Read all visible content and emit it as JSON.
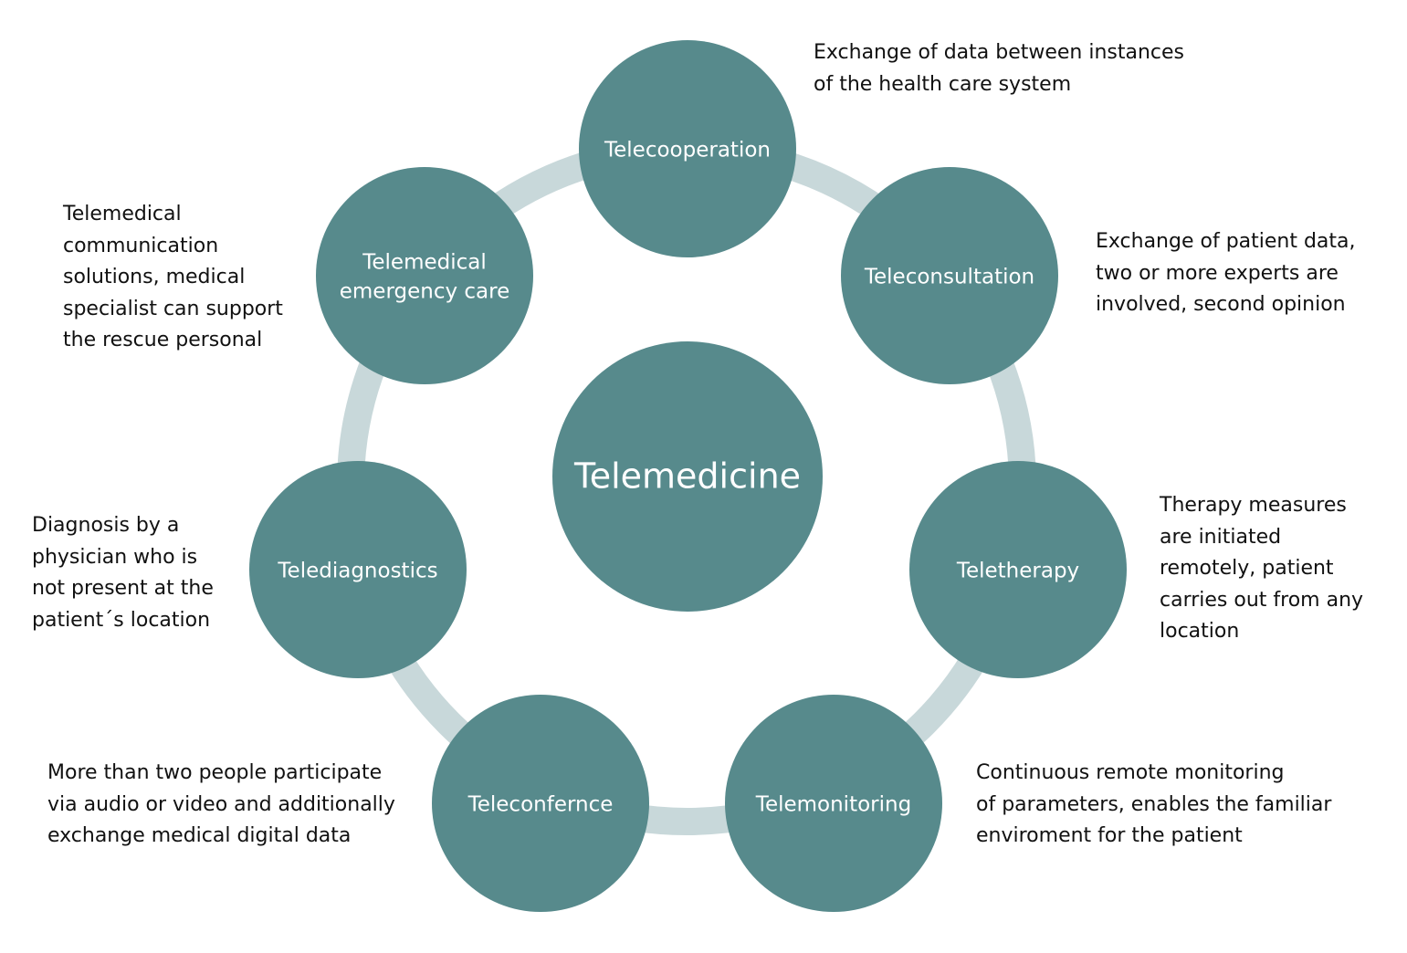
{
  "colors": {
    "node": "#578a8c",
    "ring": "#c8d8da",
    "node_text": "#ffffff",
    "description_text": "#111111"
  },
  "center": {
    "label": "Telemedicine"
  },
  "nodes": [
    {
      "key": "telecooperation",
      "label_lines": [
        "Telecooperation"
      ],
      "description": "Exchange of data between instances\nof the health care system"
    },
    {
      "key": "teleconsultation",
      "label_lines": [
        "Teleconsultation"
      ],
      "description": "Exchange of patient data,\ntwo or more experts are\ninvolved, second opinion"
    },
    {
      "key": "teletherapy",
      "label_lines": [
        "Teletherapy"
      ],
      "description": "Therapy measures\nare initiated\nremotely, patient\ncarries out from any\nlocation"
    },
    {
      "key": "telemonitoring",
      "label_lines": [
        "Telemonitoring"
      ],
      "description": "Continuous remote monitoring\nof parameters, enables the familiar\nenviroment for the patient"
    },
    {
      "key": "teleconfernce",
      "label_lines": [
        "Teleconfernce"
      ],
      "description": "More than two people participate\nvia audio or video and additionally\nexchange medical digital data"
    },
    {
      "key": "telediagnostics",
      "label_lines": [
        "Telediagnostics"
      ],
      "description": "Diagnosis by a\nphysician who is\nnot present at the\npatient´s location"
    },
    {
      "key": "telemedical-emergency-care",
      "label_lines": [
        "Telemedical",
        "emergency care"
      ],
      "description": "Telemedical\ncommunication\nsolutions, medical\nspecialist can support\nthe rescue personal"
    }
  ]
}
